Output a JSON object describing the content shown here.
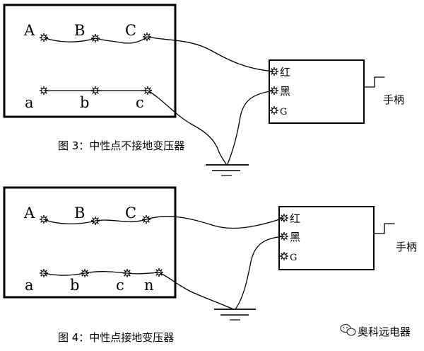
{
  "figure3": {
    "caption": "图 3：中性点不接地变压器",
    "hv_terminals": [
      "A",
      "B",
      "C"
    ],
    "lv_terminals": [
      "a",
      "b",
      "c"
    ],
    "meter_terminals": [
      "红",
      "黑",
      "G"
    ],
    "handle_label": "手柄"
  },
  "figure4": {
    "caption": "图 4：中性点接地变压器",
    "hv_terminals": [
      "A",
      "B",
      "C"
    ],
    "lv_terminals": [
      "a",
      "b",
      "c",
      "n"
    ],
    "meter_terminals": [
      "红",
      "黑",
      "G"
    ],
    "handle_label": "手柄"
  },
  "watermark": {
    "text": "奥科远电器",
    "icon": "wechat-icon"
  }
}
